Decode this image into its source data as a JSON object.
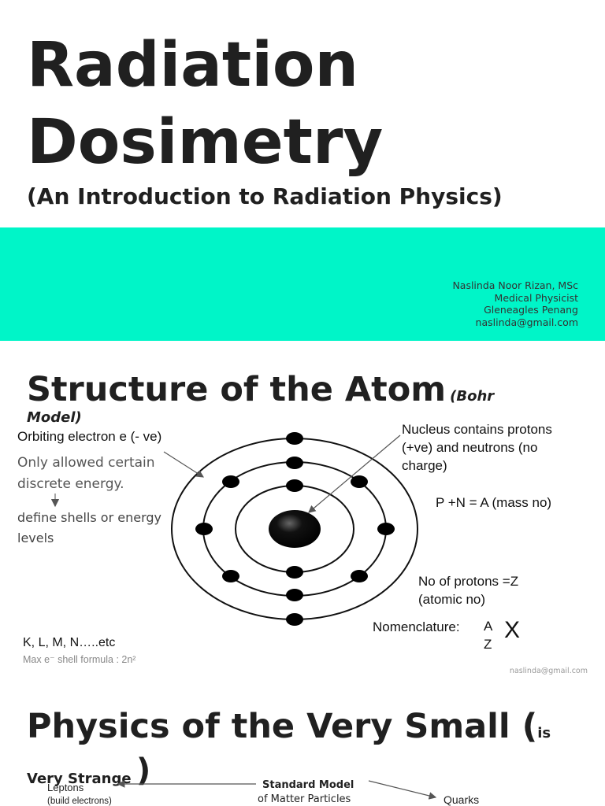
{
  "slide1": {
    "title_line1": "Radiation",
    "title_line2": "Dosimetry",
    "subtitle": "(An Introduction to Radiation Physics)",
    "band_color": "#00F5C8",
    "author_lines": [
      "Naslinda Noor Rizan, MSc",
      "Medical Physicist",
      "Gleneagles Penang",
      "naslinda@gmail.com"
    ]
  },
  "slide2": {
    "title": "Structure of the Atom",
    "title_suffix": "(Bohr",
    "title_suffix_2": "Model)",
    "orbiting_electron": "Orbiting electron e (- ve)",
    "allowed_energy_1": "Only allowed certain",
    "allowed_energy_2": "discrete energy.",
    "define_shells_1": "define shells or energy",
    "define_shells_2": "levels",
    "nucleus_1": "Nucleus contains protons",
    "nucleus_2": "(+ve) and neutrons (no",
    "nucleus_3": "charge)",
    "mass_formula": "P +N = A (mass no)",
    "protons_1": "No of protons =Z",
    "protons_2": "(atomic no)",
    "nomenclature_label": "Nomenclature:",
    "nomen_A": "A",
    "nomen_Z": "Z",
    "nomen_X": "X",
    "shells_label": "K, L, M, N…..etc",
    "shell_formula": "Max e⁻ shell formula : 2n²",
    "footer_email": "naslinda@gmail.com"
  },
  "slide3": {
    "title": "Physics of the Very Small (",
    "title_small": "is",
    "title_line2": "Very Strange",
    "title_close": ")",
    "leptons": "Leptons",
    "leptons_sub": "(build electrons)",
    "standard_model": "Standard Model",
    "standard_model_sub": "of Matter Particles",
    "quarks": "Quarks"
  }
}
